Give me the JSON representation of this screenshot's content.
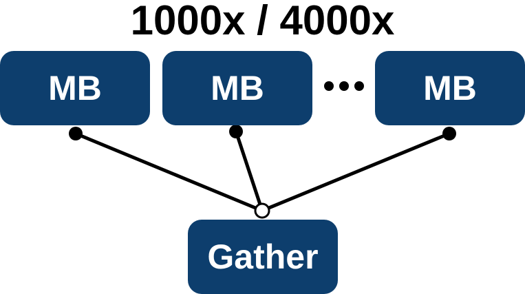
{
  "title": "1000x / 4000x",
  "colors": {
    "box_fill": "#0d3e6d",
    "box_text": "#ffffff",
    "line": "#000000",
    "hub_fill": "#ffffff"
  },
  "sources": [
    {
      "label": "MB"
    },
    {
      "label": "MB"
    },
    {
      "label": "MB"
    }
  ],
  "ellipsis_icon": "horizontal-ellipsis-icon",
  "sink": {
    "label": "Gather"
  }
}
